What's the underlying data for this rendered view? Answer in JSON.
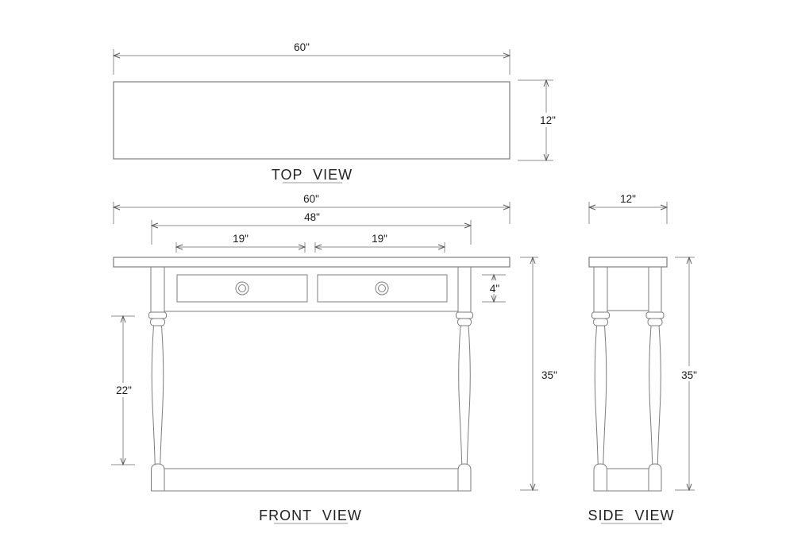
{
  "document": {
    "type": "furniture-dimension-drawing",
    "background": "#ffffff"
  },
  "views": {
    "top": {
      "title": "TOP VIEW",
      "dims": {
        "width": "60\"",
        "depth": "12\""
      }
    },
    "front": {
      "title": "FRONT VIEW",
      "dims": {
        "width": "60\"",
        "inner_width": "48\"",
        "left_drawer_width": "19\"",
        "right_drawer_width": "19\"",
        "drawer_height": "4\"",
        "leg_clearance": "22\"",
        "total_height": "35\""
      }
    },
    "side": {
      "title": "SIDE VIEW",
      "dims": {
        "depth": "12\"",
        "total_height": "35\""
      }
    }
  },
  "colors": {
    "background": "#ffffff",
    "object_line": "#7d7d7d",
    "dimension_line": "#8f8f8f",
    "arrow": "#5a5a5a",
    "text": "#1c1c1c",
    "underline": "#9a9a9a"
  }
}
